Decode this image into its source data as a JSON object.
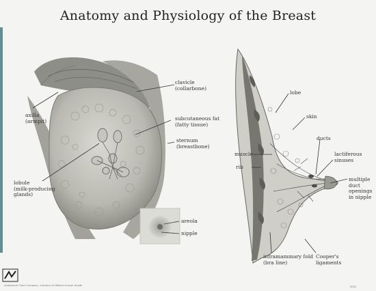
{
  "title": "Anatomy and Physiology of the Breast",
  "front_view": {
    "axilla": {
      "name": "axilla",
      "sub": "(armpit)"
    },
    "clavicle": {
      "name": "clavicle",
      "sub": "(collarbone)"
    },
    "subcutaneous_fat": {
      "name": "subcutaneous fat",
      "sub": "(fatty tissue)"
    },
    "sternum": {
      "name": "sternum",
      "sub": "(breastbone)"
    },
    "lobule": {
      "name": "lobule",
      "sub1": "(milk-producing",
      "sub2": "glands)"
    },
    "areola": "areola",
    "nipple": "nipple"
  },
  "side_view": {
    "lobe": "lobe",
    "skin": "skin",
    "ducts": "ducts",
    "muscle": "muscle",
    "rib": "rib",
    "lactiferous": {
      "l1": "lactiferous",
      "l2": "sinuses"
    },
    "multiple": {
      "l1": "multiple",
      "l2": "duct",
      "l3": "openings",
      "l4": "in nipple"
    },
    "inframammary": {
      "l1": "inframammary fold",
      "l2": "(bra line)"
    },
    "coopers": {
      "l1": "Cooper's",
      "l2": "ligaments"
    }
  },
  "footer": {
    "credit": "Anatomical Chart Company, a division of Wolters Kluwer Health",
    "code": "9502"
  },
  "colors": {
    "ink": "#333333",
    "background": "#f4f5f2",
    "edge": "#5f8f93"
  }
}
